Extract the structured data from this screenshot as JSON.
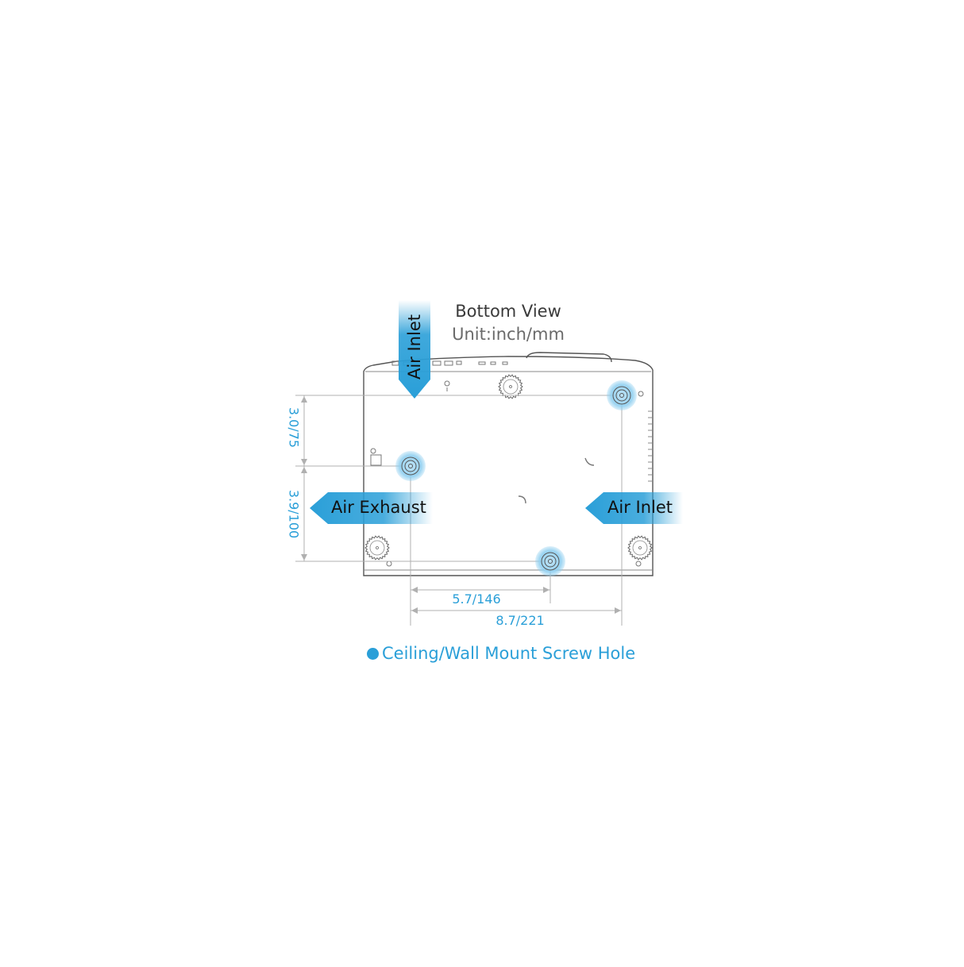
{
  "title": "Bottom View",
  "unit": "Unit:inch/mm",
  "airflow": {
    "top_inlet": "Air Inlet",
    "left_exhaust": "Air Exhaust",
    "right_inlet": "Air Inlet"
  },
  "dimensions": {
    "vertical_upper": "3.0/75",
    "vertical_lower": "3.9/100",
    "horizontal_short": "5.7/146",
    "horizontal_long": "8.7/221"
  },
  "legend": {
    "label": "Ceiling/Wall Mount Screw Hole"
  },
  "colors": {
    "accent": "#2a9fd8",
    "accent_light": "#bfe3f6",
    "outline": "#555555",
    "dim_line": "#b0b0b0"
  }
}
